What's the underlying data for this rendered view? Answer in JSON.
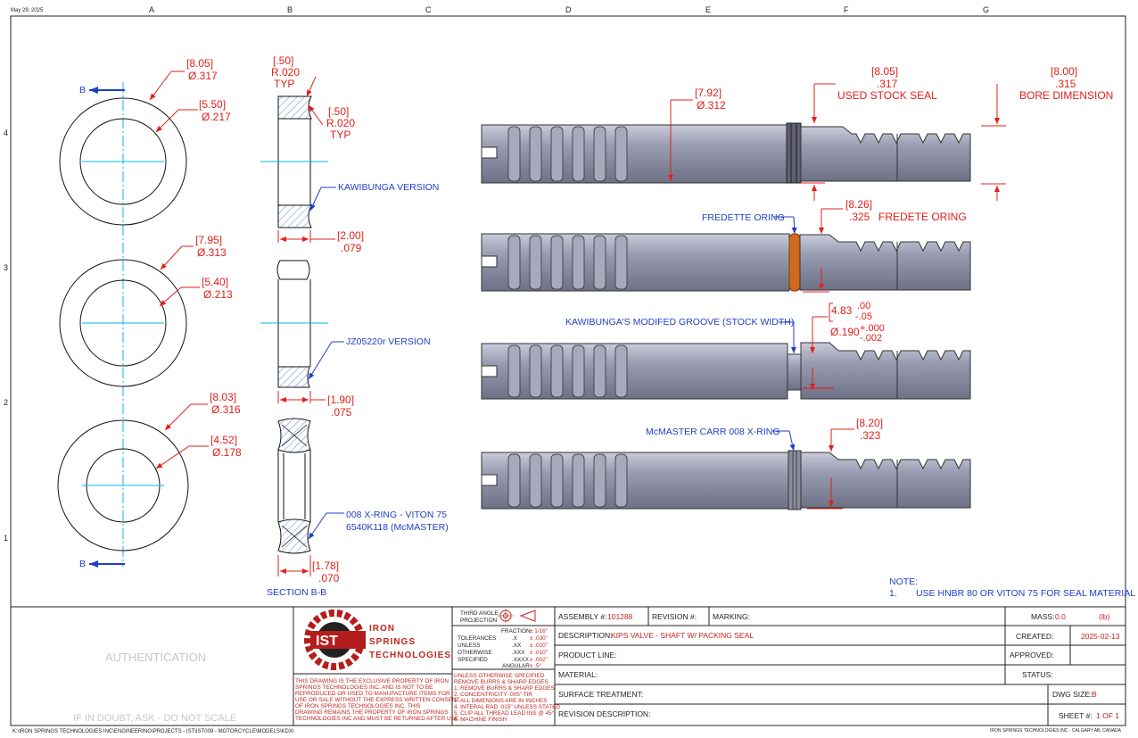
{
  "header": {
    "date": "May 29, 2025"
  },
  "zones": {
    "top": [
      "A",
      "B",
      "C",
      "D",
      "E",
      "F",
      "G"
    ],
    "side": [
      "4",
      "3",
      "2",
      "1"
    ]
  },
  "rings": [
    {
      "outer": [
        "[8.05]",
        "Ø.317"
      ],
      "inner": [
        "[5.50]",
        "Ø.217"
      ]
    },
    {
      "outer": [
        "[7.95]",
        "Ø.313"
      ],
      "inner": [
        "[5.40]",
        "Ø.213"
      ]
    },
    {
      "outer": [
        "[8.03]",
        "Ø.316"
      ],
      "inner": [
        "[4.52]",
        "Ø.178"
      ]
    }
  ],
  "section_marks": {
    "top": "B",
    "bottom": "B"
  },
  "section_view": {
    "label": "SECTION B-B",
    "radius_top": [
      "[.50]",
      "R.020",
      "TYP"
    ],
    "radius_side": [
      "[.50]",
      "R.020",
      "TYP"
    ],
    "kawibunga_label": "KAWIBUNGA VERSION",
    "kawibunga_width": [
      "[2.00]",
      ".079"
    ],
    "jz_label": "JZ05220r VERSION",
    "jz_width": [
      "[1.90]",
      ".075"
    ],
    "xring_label": [
      "008 X-RING - VITON 75",
      "6540K118 (McMASTER)"
    ],
    "xring_width": [
      "[1.78]",
      ".070"
    ]
  },
  "shafts": {
    "s1": {
      "shaft_dia": [
        "[7.92]",
        "Ø.312"
      ],
      "seal": [
        "[8.05]",
        ".317",
        "USED STOCK SEAL"
      ],
      "bore": [
        "[8.00]",
        ".315",
        "BORE DIMENSION"
      ]
    },
    "s2": {
      "callout": "FREDETTE ORING",
      "seal": [
        "[8.26]",
        ".325",
        "FREDETE ORING"
      ]
    },
    "s3": {
      "callout": "KAWIBUNGA'S MODIFED GROOVE (STOCK WIDTH)",
      "groove": [
        "4.83",
        ".00",
        "-.05",
        "Ø.190",
        "+.000",
        "-.002"
      ]
    },
    "s4": {
      "callout": "McMASTER CARR 008 X-RING",
      "seal": [
        "[8.20]",
        ".323"
      ]
    }
  },
  "note": {
    "title": "NOTE:",
    "num": "1.",
    "text": "USE HNBR 80 OR VITON 75 FOR SEAL MATERIAL"
  },
  "title_block": {
    "authentication": "AUTHENTICATION",
    "scale_warning": "IF IN DOUBT, ASK - DO NOT SCALE",
    "company": [
      "IRON",
      "SPRINGS",
      "TECHNOLOGIES"
    ],
    "logo_text": "IST",
    "property_text": [
      "THIS DRAWING IS THE EXCLUSIVE PROPERTY OF IRON",
      "SPRINGS TECHNOLOGIES INC. AND IS NOT TO BE",
      "REPRODUCED OR USED TO MANUFACTURE ITEMS FOR",
      "USE OR SALE WITHOUT THE EXPRESS WRITTEN CONSENT",
      "OF IRON SPRINGS TECHNOLOGIES INC. THIS",
      "DRAWING REMAINS THE PROPERTY OF IRON SPRINGS",
      "TECHNOLOGIES INC AND MUST BE RETURNED AFTER USE"
    ],
    "projection": [
      "THIRD ANGLE",
      "PROJECTION"
    ],
    "tolerances": {
      "fraction_label": "FRACTION",
      "fraction_value": "± 1/16\"",
      "left": [
        "TOLERANCES",
        "UNLESS",
        "OTHERWISE",
        "SPECIFIED"
      ],
      "places": [
        ".X",
        ".XX",
        ".XXX",
        ".XXXX"
      ],
      "values": [
        "± .030\"",
        "± .020\"",
        "± .010\"",
        "± .002\""
      ],
      "angular_label": "ANGULAR",
      "angular_value": "± .5°"
    },
    "unless_notes": [
      "UNLESS OTHERWISE SPECIFIED",
      "REMOVE BURRS & SHARP EDGES",
      "1. REMOVE BURRS & SHARP EDGES",
      "2. CONCENTRICITY .005\" TIR",
      "3. ALL DIMENIONS ARE IN INCHES",
      "4. INTERAL RAD .015\" UNLESS STATED",
      "5. CLIP ALL THREAD LEAD INS @ 45°",
      "6. MACHINE FINISH"
    ],
    "assembly_label": "ASSEMBLY #:",
    "assembly_value": "101288",
    "revision_label": "REVISION #:",
    "marking_label": "MARKING:",
    "mass_label": "MASS:",
    "mass_value": "0.0",
    "mass_unit": "(lb)",
    "description_label": "DESCRIPTION:",
    "description_value": "KIPS VALVE - SHAFT W/ PACKING SEAL",
    "created_label": "CREATED:",
    "created_value": "2025-02-13",
    "product_line_label": "PRODUCT LINE:",
    "approved_label": "APPROVED:",
    "material_label": "MATERIAL:",
    "status_label": "STATUS:",
    "surface_label": "SURFACE TREATMENT:",
    "dwg_size_label": "DWG SIZE:",
    "dwg_size_value": "B",
    "revision_desc_label": "REVISION DESCRIPTION:",
    "sheet_label": "SHEET #:",
    "sheet_value": "1 OF  1"
  },
  "footer": {
    "path": "K:\\IRON SPRINGS TECHNOLOGIES INC\\ENGINEERING\\PROJECTS - IST\\IST009 - MOTORCYCLE\\MODELS\\KDX\\",
    "company_location": "IRON SPRINGS TECHNOLOGIES INC - CALGARY AB, CANADA"
  }
}
